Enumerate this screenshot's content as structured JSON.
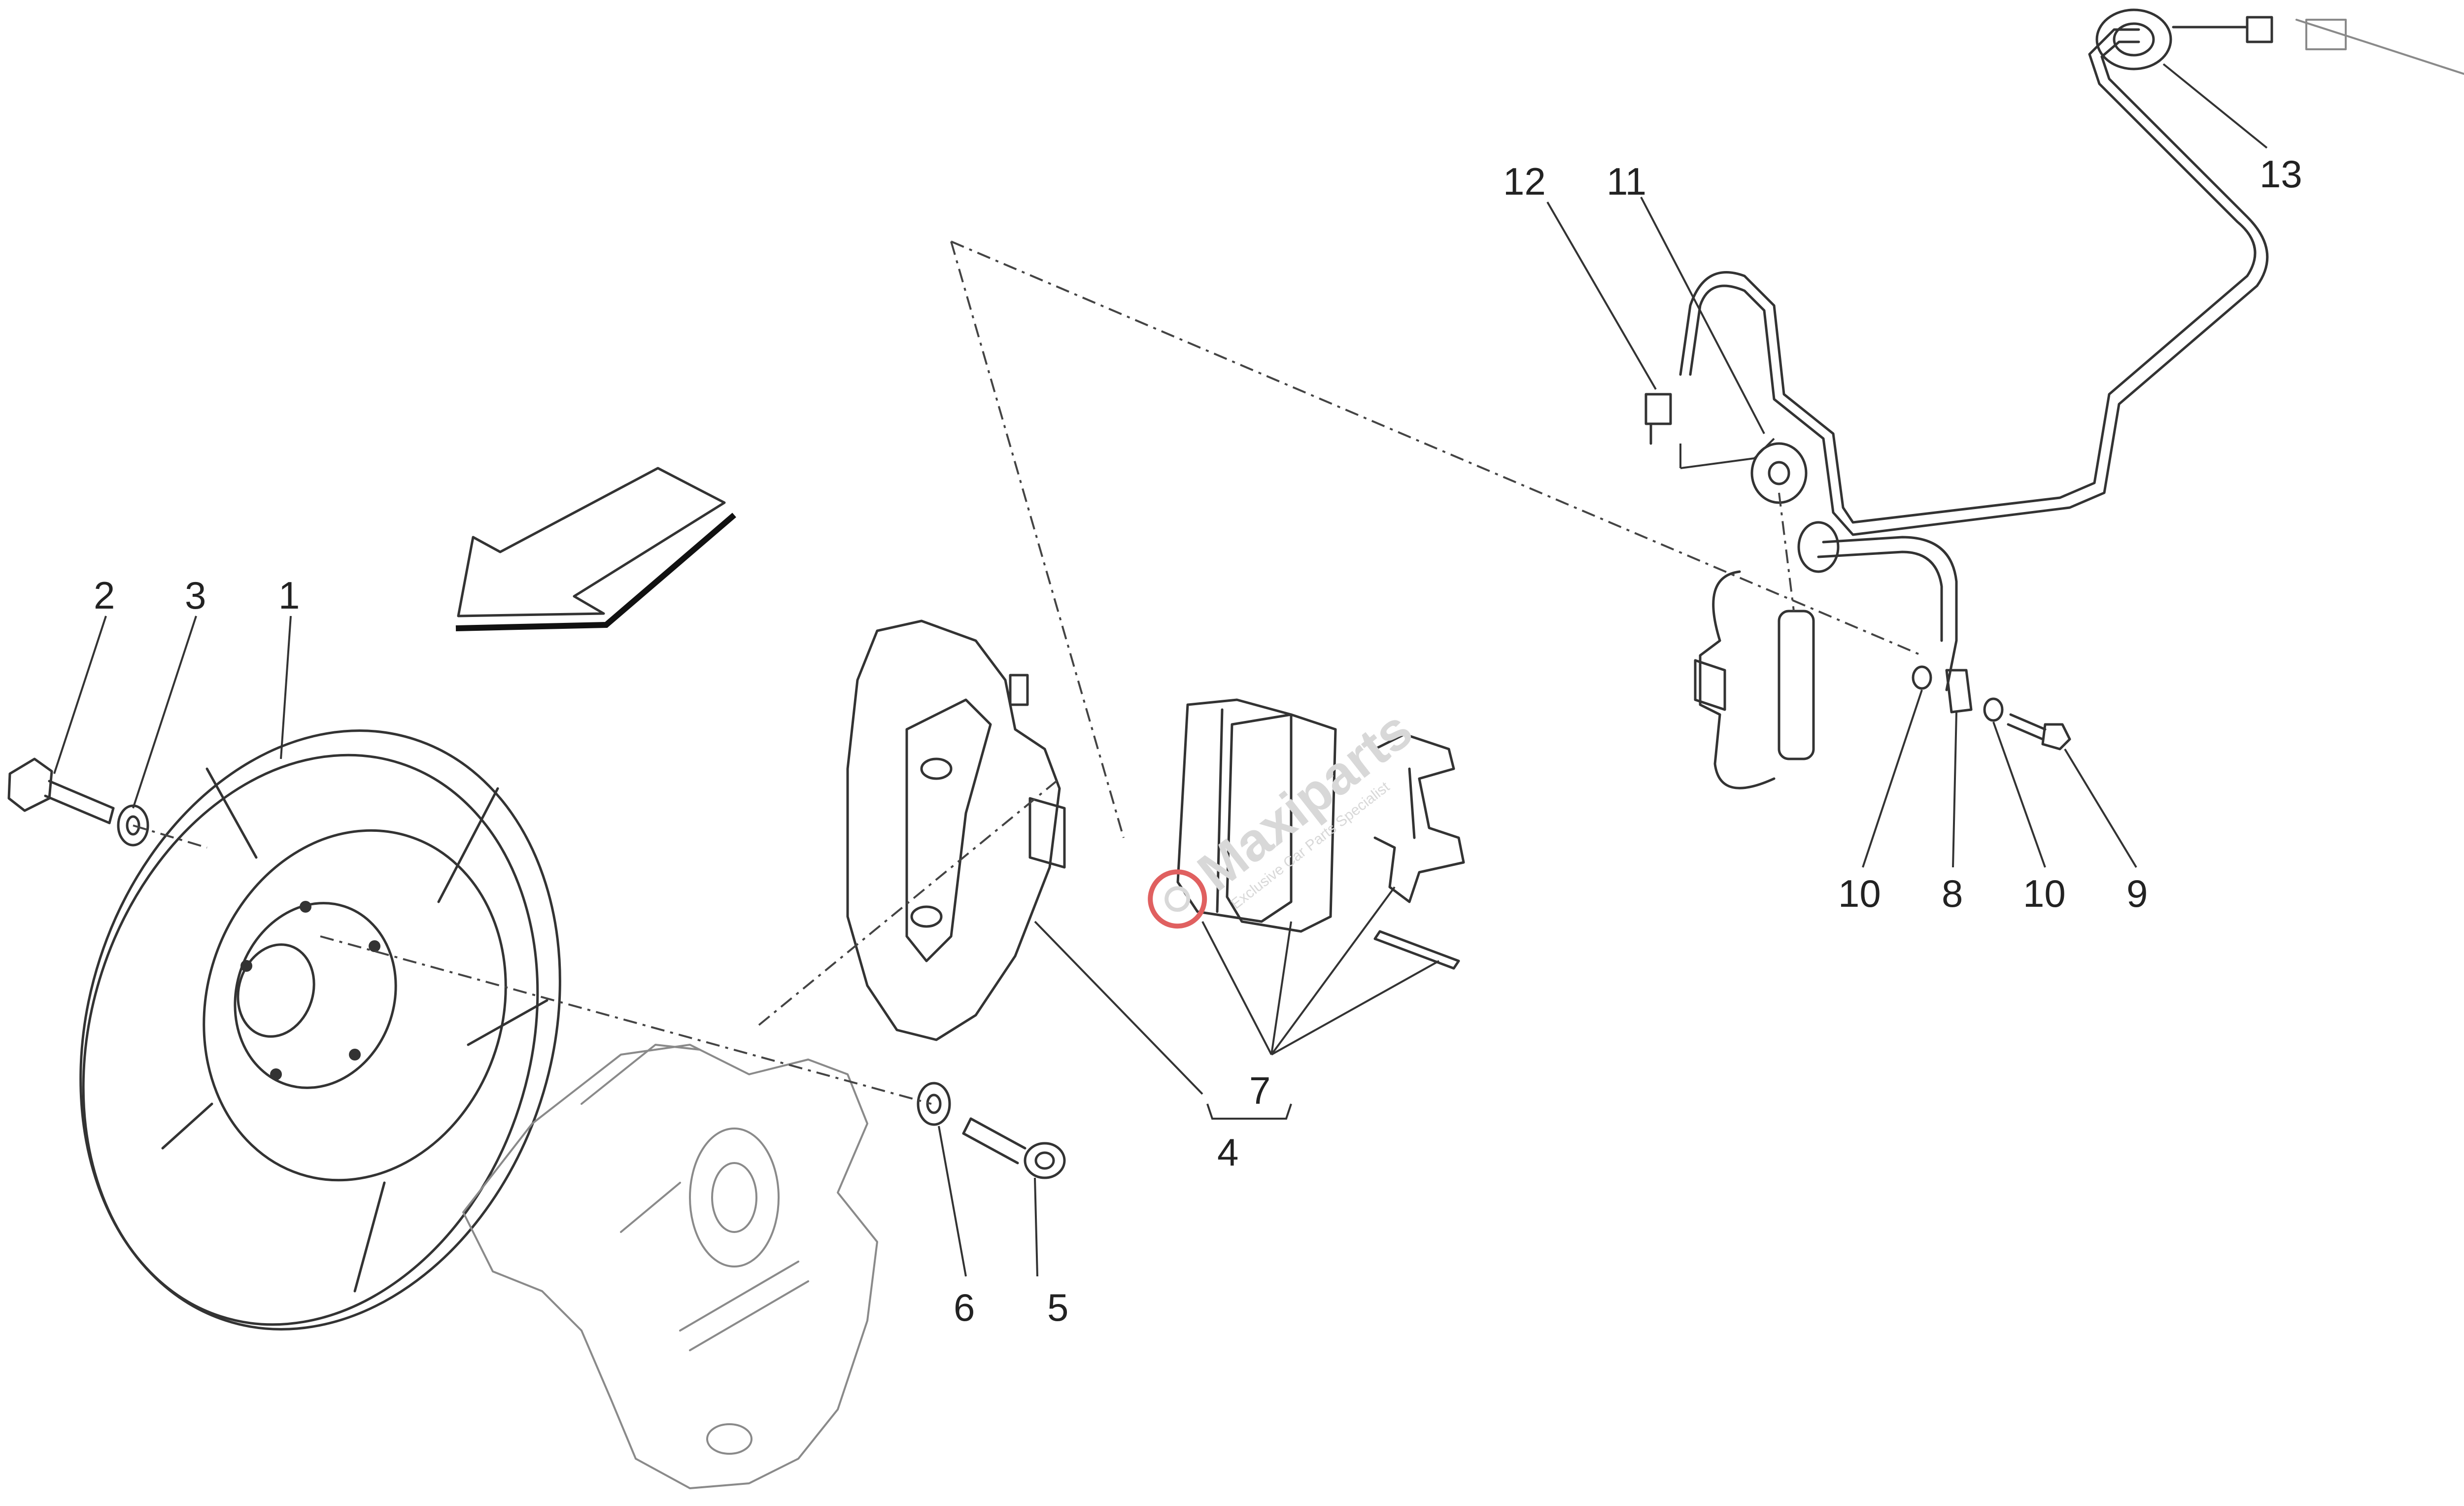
{
  "callouts": [
    "1",
    "2",
    "3",
    "4",
    "5",
    "6",
    "7",
    "8",
    "9",
    "10",
    "10",
    "11",
    "12",
    "13"
  ],
  "watermark": {
    "brand": "Maxiparts",
    "tagline": "Exclusive Car Parts Specialist"
  },
  "colors": {
    "line": "#333333",
    "light_line": "#8a8a8a",
    "watermark": "#d8d8d8",
    "watermark_accent": "#e06060"
  }
}
